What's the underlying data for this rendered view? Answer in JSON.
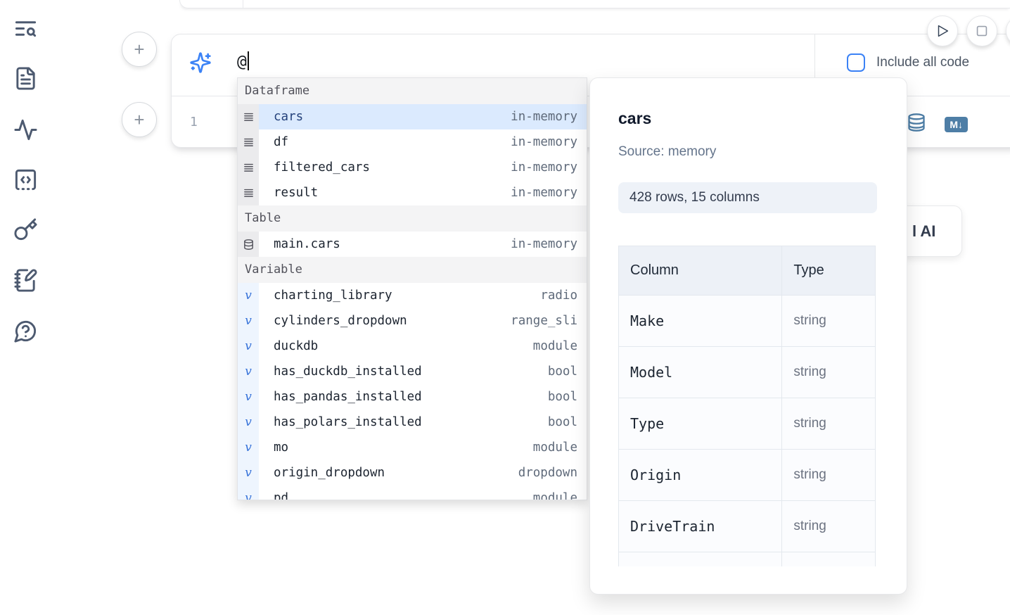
{
  "sidebar": {
    "icons": [
      "list-search",
      "file-text",
      "activity",
      "code-snippets",
      "key",
      "notebook-pen",
      "help-chat"
    ]
  },
  "run_controls": {
    "icons": [
      "play",
      "stop"
    ]
  },
  "ai_panel": {
    "prompt_value": "@",
    "include_all_code_label": "Include all code"
  },
  "editor": {
    "line_number": "1",
    "markdown_badge": "M↓"
  },
  "ai_button": {
    "visible_text": "l AI"
  },
  "autocomplete": {
    "sections": [
      {
        "label": "Dataframe",
        "items": [
          {
            "name": "cars",
            "detail": "in-memory",
            "icon": "dataframe-rows-icon",
            "selected": true
          },
          {
            "name": "df",
            "detail": "in-memory",
            "icon": "dataframe-rows-icon",
            "selected": false
          },
          {
            "name": "filtered_cars",
            "detail": "in-memory",
            "icon": "dataframe-rows-icon",
            "selected": false
          },
          {
            "name": "result",
            "detail": "in-memory",
            "icon": "dataframe-rows-icon",
            "selected": false
          }
        ]
      },
      {
        "label": "Table",
        "items": [
          {
            "name": "main.cars",
            "detail": "in-memory",
            "icon": "database-icon",
            "selected": false
          }
        ]
      },
      {
        "label": "Variable",
        "items": [
          {
            "name": "charting_library",
            "detail": "radio",
            "icon": "variable-icon",
            "selected": false
          },
          {
            "name": "cylinders_dropdown",
            "detail": "range_sli",
            "icon": "variable-icon",
            "selected": false
          },
          {
            "name": "duckdb",
            "detail": "module",
            "icon": "variable-icon",
            "selected": false
          },
          {
            "name": "has_duckdb_installed",
            "detail": "bool",
            "icon": "variable-icon",
            "selected": false
          },
          {
            "name": "has_pandas_installed",
            "detail": "bool",
            "icon": "variable-icon",
            "selected": false
          },
          {
            "name": "has_polars_installed",
            "detail": "bool",
            "icon": "variable-icon",
            "selected": false
          },
          {
            "name": "mo",
            "detail": "module",
            "icon": "variable-icon",
            "selected": false
          },
          {
            "name": "origin_dropdown",
            "detail": "dropdown",
            "icon": "variable-icon",
            "selected": false
          },
          {
            "name": "pd",
            "detail": "module",
            "icon": "variable-icon",
            "selected": false
          }
        ]
      }
    ]
  },
  "preview": {
    "title": "cars",
    "source_label": "Source: memory",
    "shape_badge": "428 rows, 15 columns",
    "table": {
      "headers": [
        "Column",
        "Type"
      ],
      "rows": [
        [
          "Make",
          "string"
        ],
        [
          "Model",
          "string"
        ],
        [
          "Type",
          "string"
        ],
        [
          "Origin",
          "string"
        ],
        [
          "DriveTrain",
          "string"
        ]
      ],
      "clipped_partial_row": true
    }
  },
  "colors": {
    "accent_blue": "#3b82f6",
    "selected_row": "#dbeafe",
    "sidebar_icon": "#4d5a70",
    "cell_action_blue": "#4e7ea6"
  }
}
